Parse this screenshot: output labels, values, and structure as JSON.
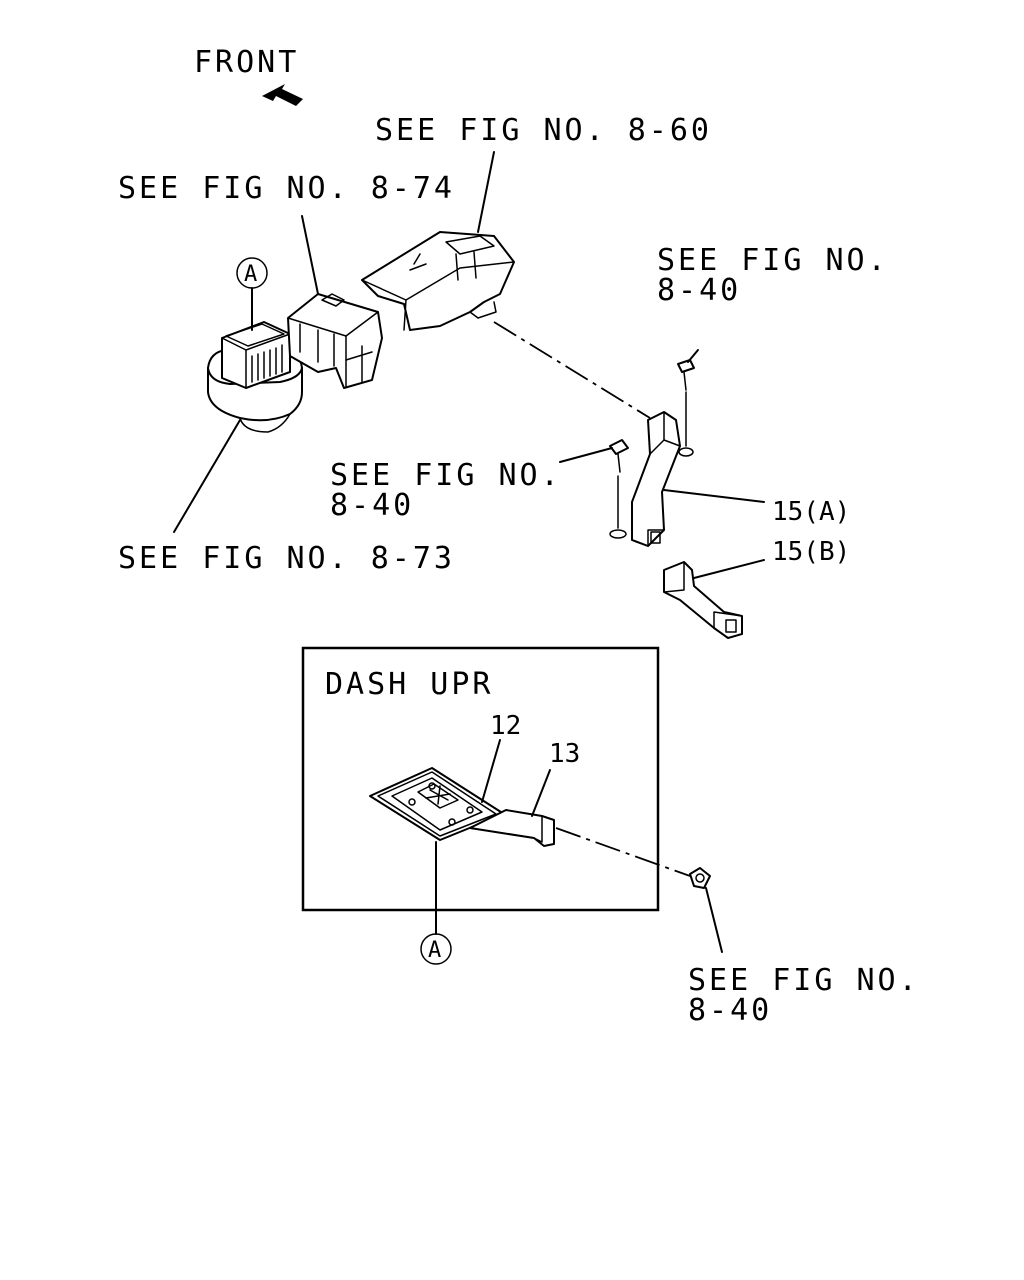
{
  "front_label": "FRONT",
  "callouts": {
    "fig_8_60": "SEE FIG NO. 8-60",
    "fig_8_74": "SEE FIG NO. 8-74",
    "fig_8_73": "SEE FIG NO. 8-73",
    "fig_8_40_right_line1": "SEE FIG NO.",
    "fig_8_40_right_line2": "8-40",
    "fig_8_40_mid_line1": "SEE FIG NO.",
    "fig_8_40_mid_line2": "8-40",
    "fig_8_40_bottom_line1": "SEE FIG NO.",
    "fig_8_40_bottom_line2": "8-40"
  },
  "parts": {
    "p15a": "15(A)",
    "p15b": "15(B)",
    "p12": "12",
    "p13": "13"
  },
  "reference_marker": "A",
  "inset_title": "DASH UPR"
}
